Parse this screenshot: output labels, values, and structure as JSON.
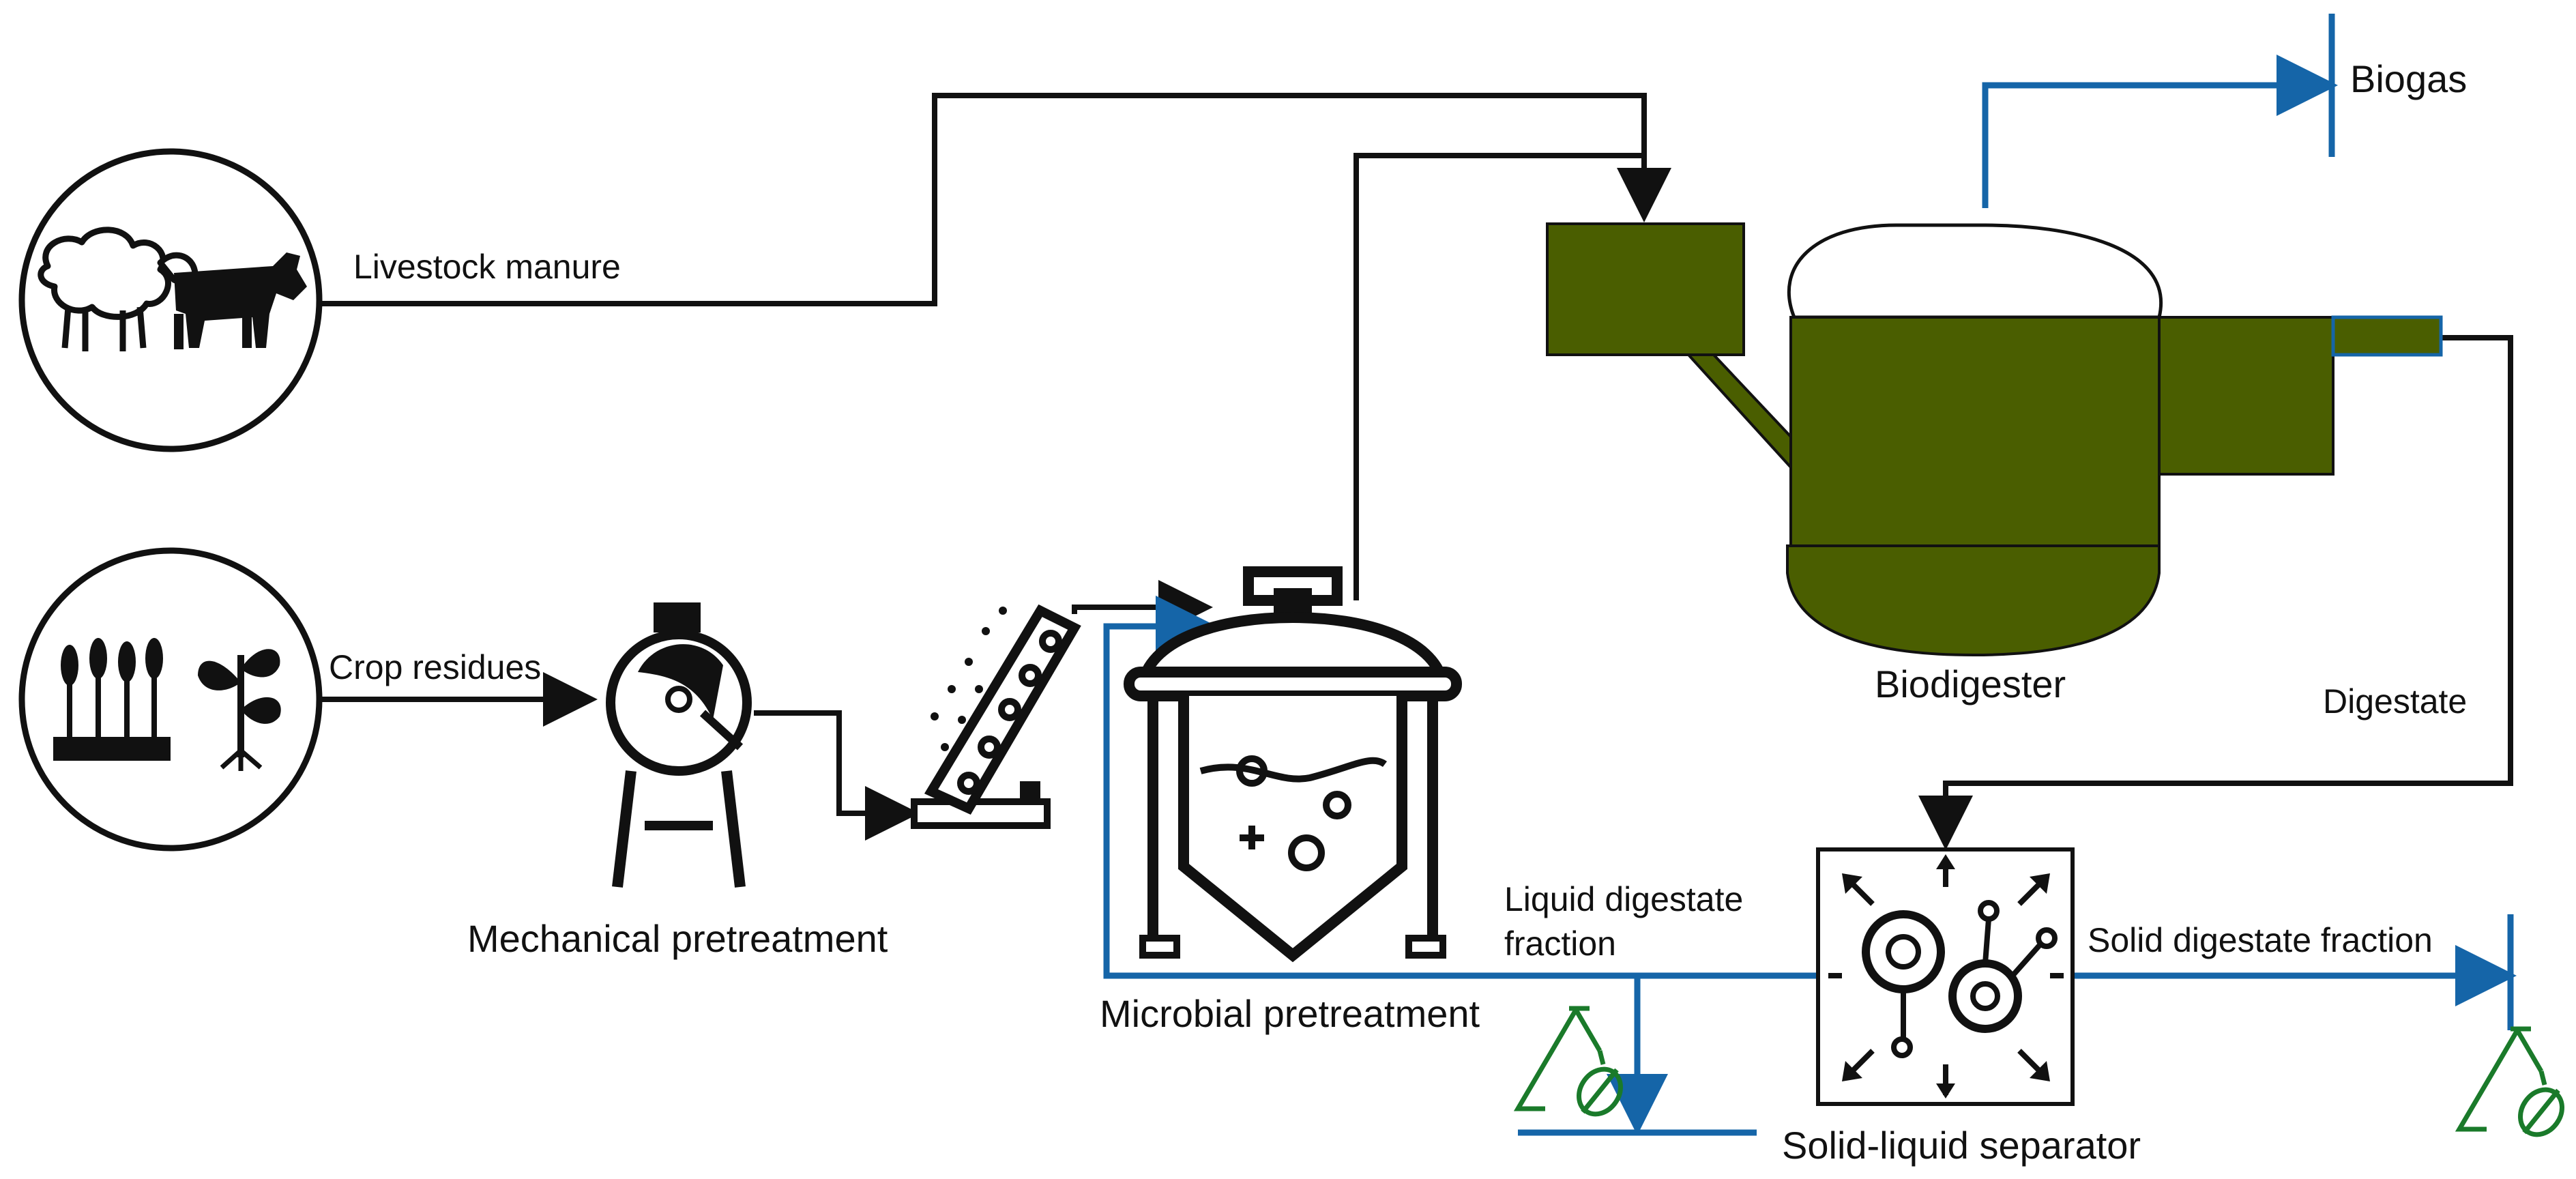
{
  "labels": {
    "livestock_manure": "Livestock manure",
    "crop_residues": "Crop residues",
    "mechanical_pretreatment": "Mechanical pretreatment",
    "microbial_pretreatment": "Microbial pretreatment",
    "biodigester": "Biodigester",
    "biogas": "Biogas",
    "digestate": "Digestate",
    "liquid_digestate_line1": "Liquid digestate",
    "liquid_digestate_line2": "fraction",
    "solid_digestate_fraction": "Solid digestate fraction",
    "solid_liquid_separator": "Solid-liquid separator"
  },
  "colors": {
    "black_flow": "#111111",
    "blue_flow": "#1565a8",
    "digester_fill": "#4a5e00",
    "recycle_green": "#1a7a2a"
  },
  "icons": {
    "livestock": [
      "sheep-icon",
      "cow-icon"
    ],
    "crops": [
      "wheat-icon",
      "seedling-icon"
    ],
    "mechanical": "crusher-icon",
    "conveyor": "conveyor-icon",
    "microbial": "reactor-tank-icon",
    "separator": "gears-separator-icon",
    "recycle": "recycle-leaf-icon"
  }
}
